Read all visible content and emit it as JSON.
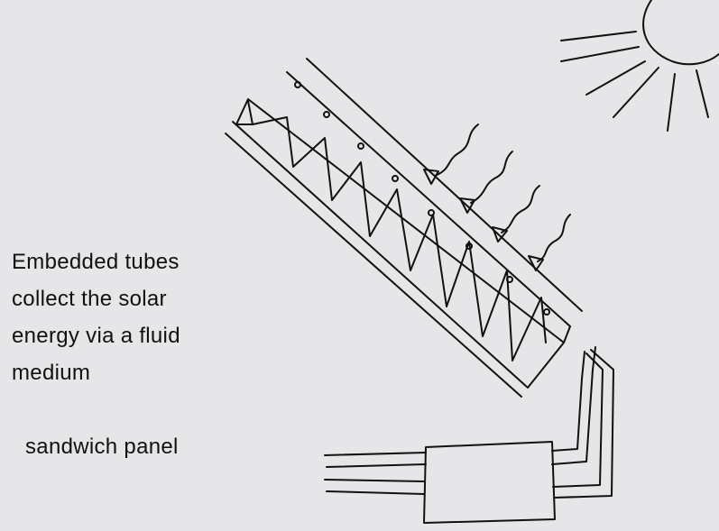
{
  "caption": "Embedded tubes collect the solar energy via a fluid medium",
  "label": "sandwich panel",
  "icons": [
    "sun-icon",
    "solar-ray-arrow-icon",
    "panel-sketch",
    "collector-box"
  ]
}
